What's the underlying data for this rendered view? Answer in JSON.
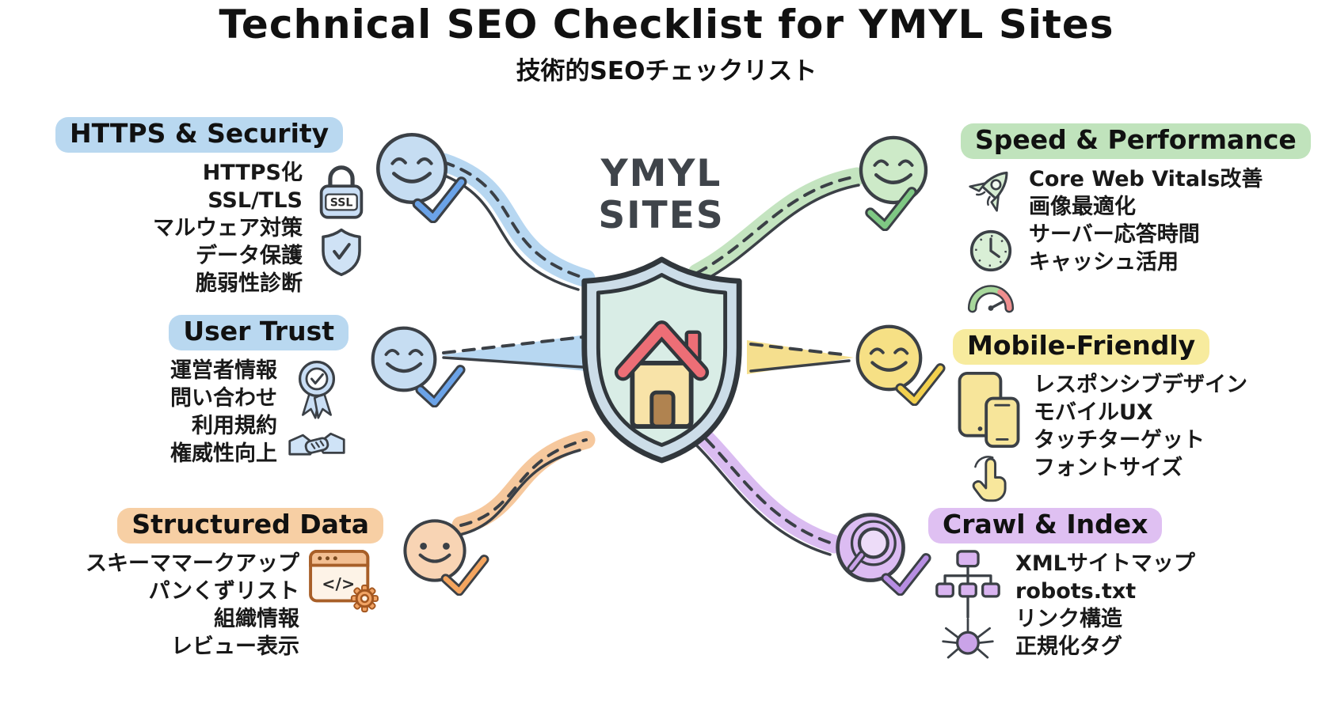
{
  "title": "Technical SEO Checklist for YMYL Sites",
  "subtitle": "技術的SEOチェックリスト",
  "center": {
    "line1": "YMYL",
    "line2": "SITES",
    "icon": "shield-house-icon"
  },
  "colors": {
    "outline": "#3b4046",
    "blue": {
      "highlight": "#b9d8f0",
      "face": "#c6ddf2",
      "ribbon": "#b7d7f1",
      "check": "#6ba3e8"
    },
    "green": {
      "highlight": "#c0e3bc",
      "face": "#cdeac8",
      "ribbon": "#c4e4c0",
      "check": "#7fc884"
    },
    "yellow": {
      "highlight": "#f7eb9e",
      "face": "#f6e085",
      "ribbon": "#f5df8e",
      "check": "#f2d04e"
    },
    "orange": {
      "highlight": "#f7cfa4",
      "face": "#f8d4b4",
      "ribbon": "#f6c89d",
      "check": "#f4a55f"
    },
    "purple": {
      "highlight": "#dfc0f2",
      "face": "#dcbcf2",
      "ribbon": "#dabcf1",
      "check": "#b78ee2"
    }
  },
  "sections": {
    "https": {
      "title": "HTTPS & Security",
      "items": [
        "HTTPS化",
        "SSL/TLS",
        "マルウェア対策",
        "データ保護",
        "脆弱性診断"
      ],
      "ssl_label": "SSL",
      "icon_names": [
        "ssl-lock-icon",
        "shield-check-icon"
      ]
    },
    "trust": {
      "title": "User Trust",
      "items": [
        "運営者情報",
        "問い合わせ",
        "利用規約",
        "権威性向上"
      ],
      "icon_names": [
        "medal-icon",
        "handshake-icon"
      ]
    },
    "structured": {
      "title": "Structured Data",
      "items": [
        "スキーママークアップ",
        "パンくずリスト",
        "組織情報",
        "レビュー表示"
      ],
      "code_label": "</>",
      "icon_names": [
        "code-window-icon",
        "gear-icon"
      ]
    },
    "speed": {
      "title": "Speed & Performance",
      "items": [
        "Core Web Vitals改善",
        "画像最適化",
        "サーバー応答時間",
        "キャッシュ活用"
      ],
      "icon_names": [
        "rocket-icon",
        "clock-icon",
        "gauge-icon"
      ]
    },
    "mobile": {
      "title": "Mobile-Friendly",
      "items": [
        "レスポンシブデザイン",
        "モバイルUX",
        "タッチターゲット",
        "フォントサイズ"
      ],
      "icon_names": [
        "tablet-phone-icon",
        "touch-hand-icon"
      ]
    },
    "crawl": {
      "title": "Crawl & Index",
      "items": [
        "XMLサイトマップ",
        "robots.txt",
        "リンク構造",
        "正規化タグ"
      ],
      "icon_names": [
        "magnifier-badge-icon",
        "sitemap-icon",
        "spider-icon"
      ]
    }
  }
}
